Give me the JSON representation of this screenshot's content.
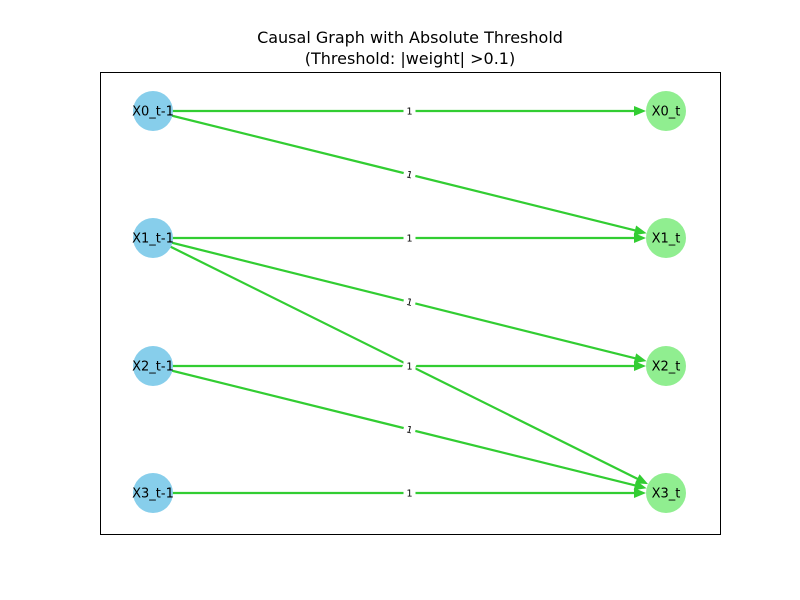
{
  "title_line1": "Causal Graph with Absolute Threshold",
  "title_line2": "(Threshold: |weight| >0.1)",
  "colors": {
    "source_node": "#87CEEB",
    "target_node": "#90EE90",
    "edge": "#32CD32",
    "frame": "#000000"
  },
  "nodes": [
    {
      "id": "X0_t-1",
      "label": "X0_t-1",
      "group": "source"
    },
    {
      "id": "X1_t-1",
      "label": "X1_t-1",
      "group": "source"
    },
    {
      "id": "X2_t-1",
      "label": "X2_t-1",
      "group": "source"
    },
    {
      "id": "X3_t-1",
      "label": "X3_t-1",
      "group": "source"
    },
    {
      "id": "X0_t",
      "label": "X0_t",
      "group": "target"
    },
    {
      "id": "X1_t",
      "label": "X1_t",
      "group": "target"
    },
    {
      "id": "X2_t",
      "label": "X2_t",
      "group": "target"
    },
    {
      "id": "X3_t",
      "label": "X3_t",
      "group": "target"
    }
  ],
  "edges": [
    {
      "from": "X0_t-1",
      "to": "X0_t",
      "label": "1"
    },
    {
      "from": "X0_t-1",
      "to": "X1_t",
      "label": "1"
    },
    {
      "from": "X1_t-1",
      "to": "X1_t",
      "label": "1"
    },
    {
      "from": "X1_t-1",
      "to": "X2_t",
      "label": "1"
    },
    {
      "from": "X1_t-1",
      "to": "X3_t",
      "label": "1"
    },
    {
      "from": "X2_t-1",
      "to": "X2_t",
      "label": "1"
    },
    {
      "from": "X2_t-1",
      "to": "X3_t",
      "label": "1"
    },
    {
      "from": "X3_t-1",
      "to": "X3_t",
      "label": "1"
    }
  ]
}
